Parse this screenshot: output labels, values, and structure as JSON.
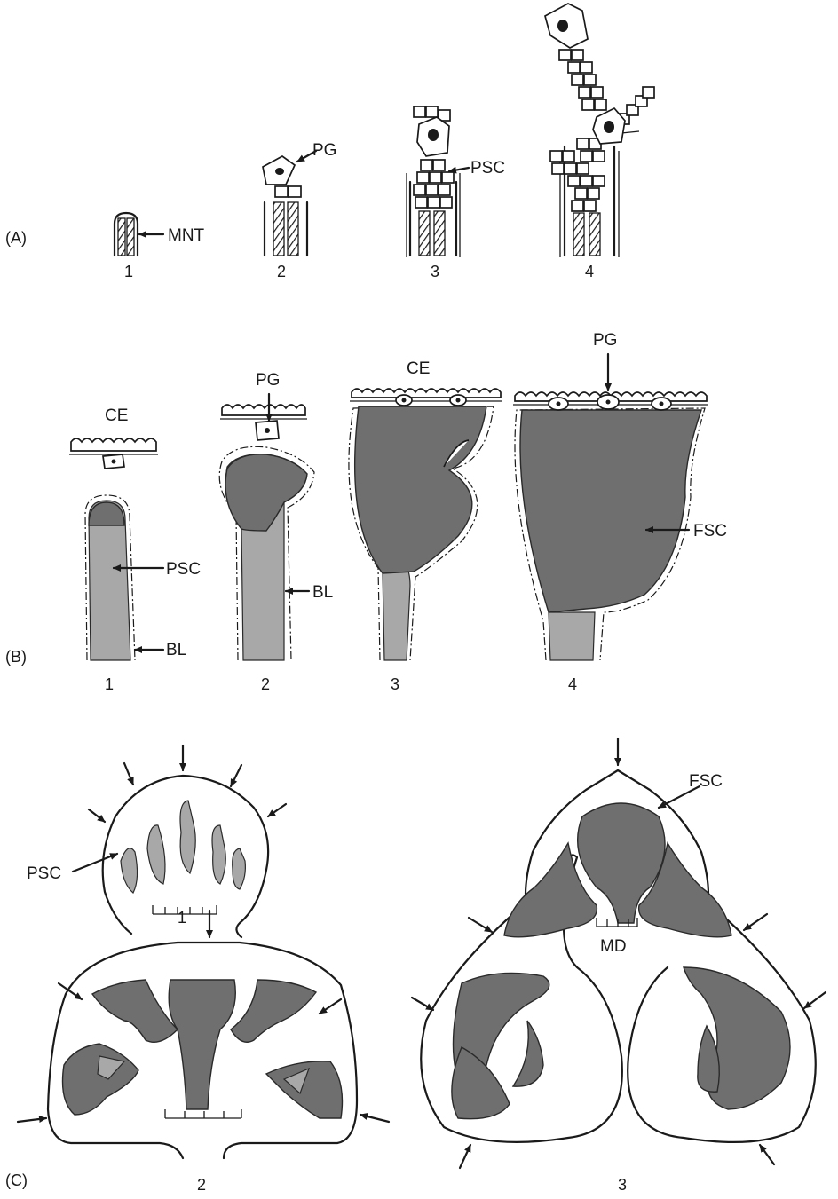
{
  "panels": {
    "A": {
      "letter": "(A)",
      "stage_numbers": [
        "1",
        "2",
        "3",
        "4"
      ],
      "labels": {
        "mnt": "MNT",
        "pg": "PG",
        "psc": "PSC"
      }
    },
    "B": {
      "letter": "(B)",
      "stage_numbers": [
        "1",
        "2",
        "3",
        "4"
      ],
      "labels": {
        "ce": "CE",
        "pg": "PG",
        "psc": "PSC",
        "bl": "BL",
        "fsc": "FSC"
      }
    },
    "C": {
      "letter": "(C)",
      "stage_numbers": [
        "1",
        "2",
        "3"
      ],
      "labels": {
        "psc": "PSC",
        "fsc": "FSC",
        "md": "MD"
      }
    }
  },
  "colors": {
    "ink": "#1a1a1a",
    "dark_shading": "#6f6f6f",
    "light_shading": "#a8a8a8",
    "background": "#ffffff"
  }
}
